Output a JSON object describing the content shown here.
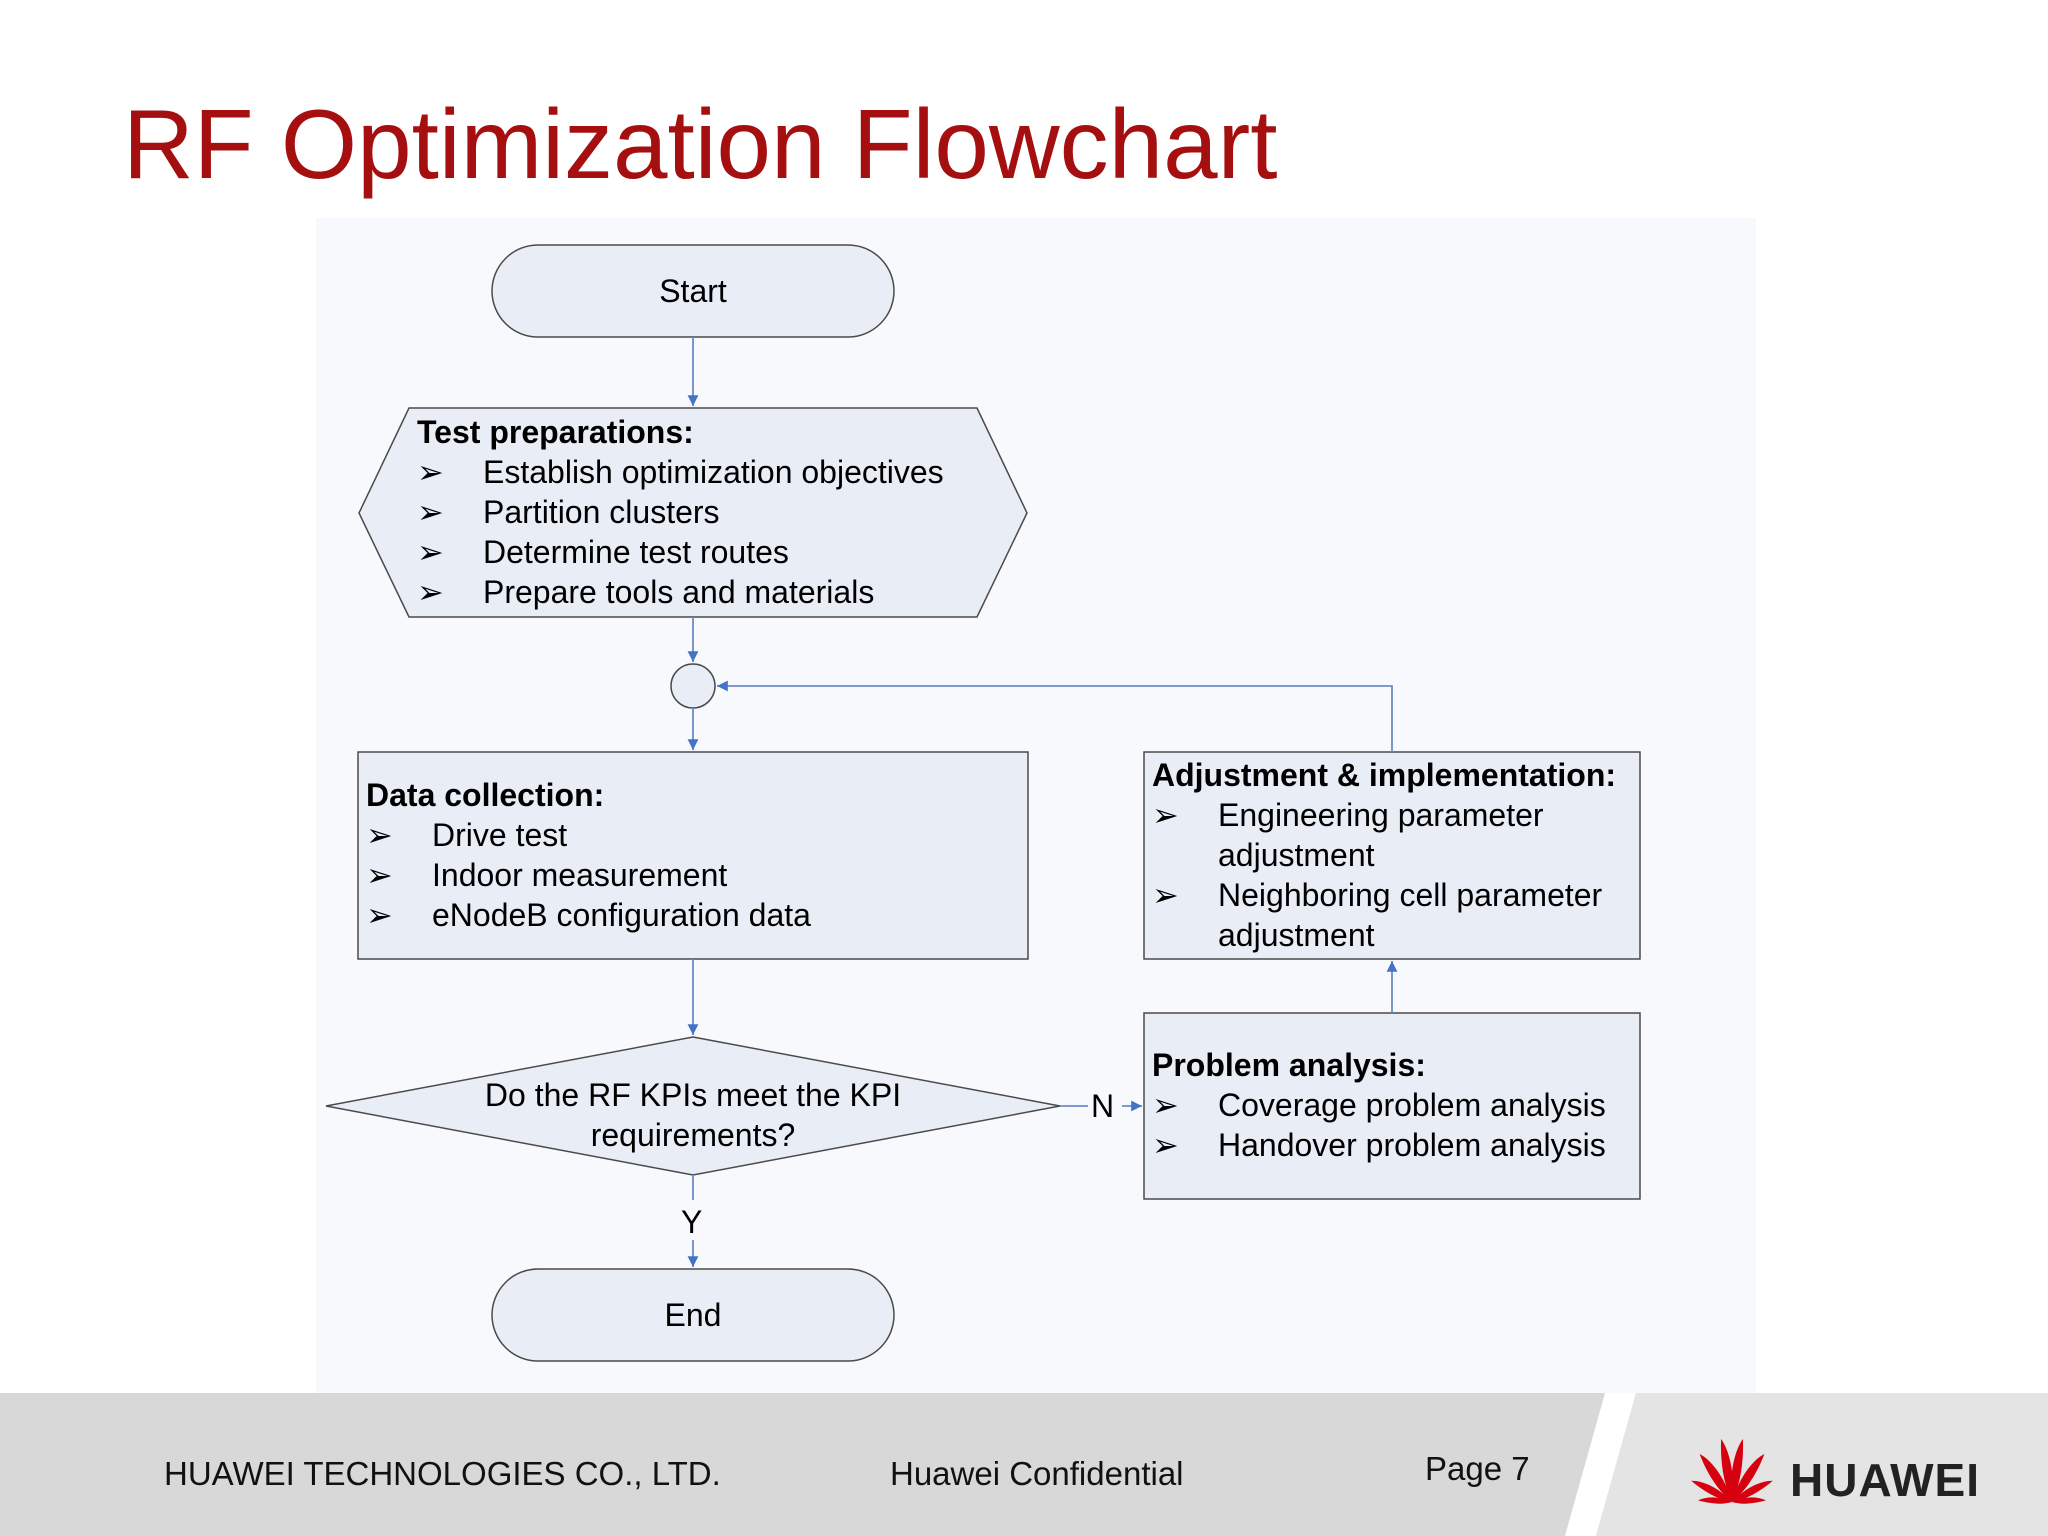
{
  "slide": {
    "title": "RF Optimization Flowchart"
  },
  "flowchart": {
    "start": "Start",
    "test_preparations": {
      "heading": "Test preparations:",
      "items": [
        "Establish optimization objectives",
        "Partition clusters",
        "Determine test routes",
        "Prepare tools and materials"
      ]
    },
    "data_collection": {
      "heading": "Data collection:",
      "items": [
        "Drive test",
        "Indoor measurement",
        "eNodeB configuration data"
      ]
    },
    "decision": {
      "question": "Do the RF KPIs meet the KPI requirements?",
      "yes": "Y",
      "no": "N"
    },
    "end": "End",
    "adjustment": {
      "heading": "Adjustment & implementation:",
      "items": [
        "Engineering parameter adjustment",
        "Neighboring cell parameter adjustment"
      ]
    },
    "problem_analysis": {
      "heading": "Problem analysis:",
      "items": [
        "Coverage problem analysis",
        "Handover problem analysis"
      ]
    },
    "bullet_symbol": "➢"
  },
  "footer": {
    "company": "HUAWEI TECHNOLOGIES CO., LTD.",
    "confidential": "Huawei Confidential",
    "page": "Page 7",
    "brand": "HUAWEI"
  },
  "colors": {
    "title": "#a50f10",
    "node_fill": "#e8edf6",
    "node_stroke": "#4a4a4a",
    "connector": "#6a8cc8",
    "arrowhead": "#4472c4",
    "footer_bg": "#d8d8d8",
    "logo": "#d7000f"
  }
}
